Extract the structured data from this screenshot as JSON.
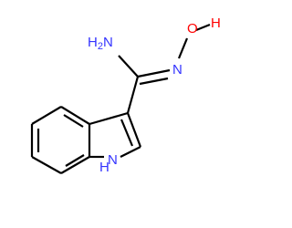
{
  "molecule": {
    "atoms": {
      "amine": {
        "main": "H",
        "sub": "2",
        "tail": "N"
      },
      "oxime_n": {
        "text": "N"
      },
      "hydroxyl": {
        "text": "O",
        "h": "H"
      },
      "indole_nh": {
        "text": "N",
        "h": "H"
      }
    },
    "colors": {
      "nitrogen": "#3333ff",
      "oxygen": "#ff0000",
      "bond": "#000000",
      "background": "#ffffff"
    }
  }
}
